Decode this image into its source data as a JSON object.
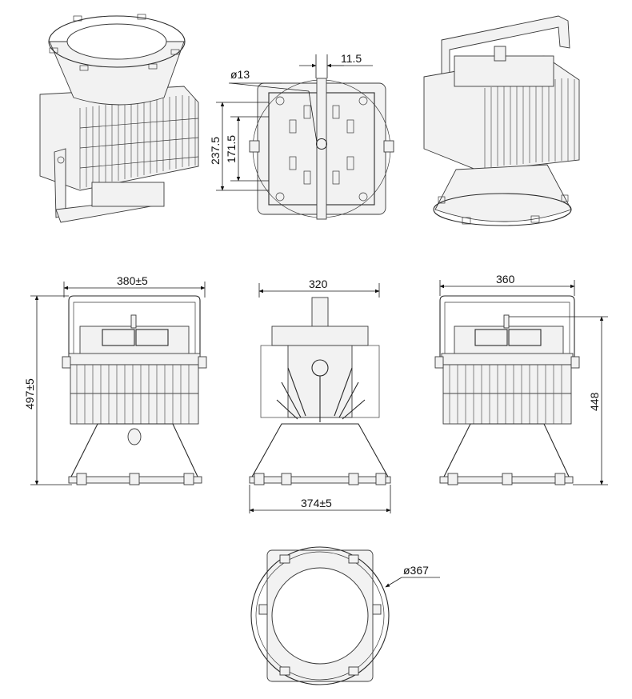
{
  "drawing": {
    "top_view_hole": "ø13",
    "top_view_width": "11.5",
    "top_view_height_outer": "237.5",
    "top_view_height_inner": "171.5",
    "side_left_width": "380±5",
    "side_left_height": "497±5",
    "front_width": "320",
    "front_base_width": "374±5",
    "side_right_width": "360",
    "side_right_height": "448",
    "bottom_diameter": "ø367"
  }
}
